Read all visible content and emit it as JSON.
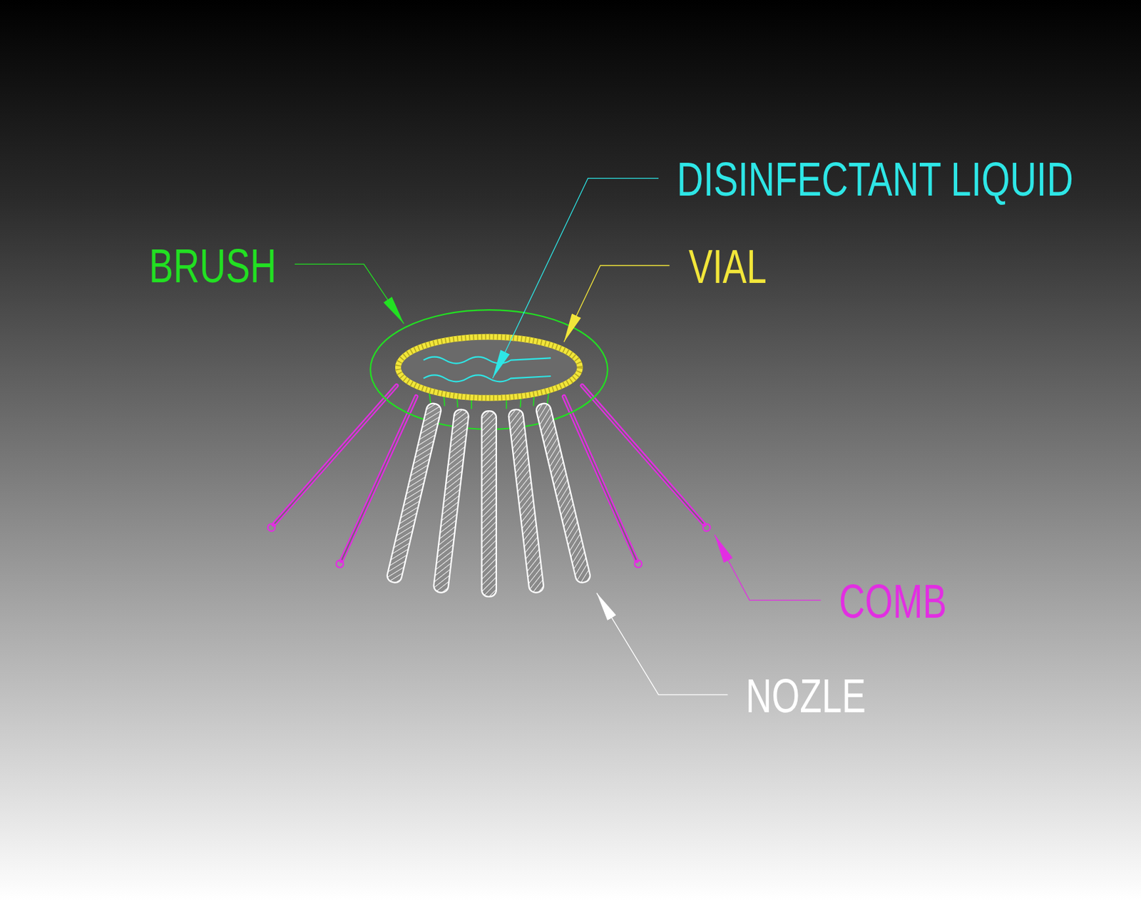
{
  "diagram": {
    "labels": [
      "DISINFECTANT LIQUID",
      "BRUSH",
      "VIAL",
      "COMB",
      "NOZLE"
    ]
  }
}
